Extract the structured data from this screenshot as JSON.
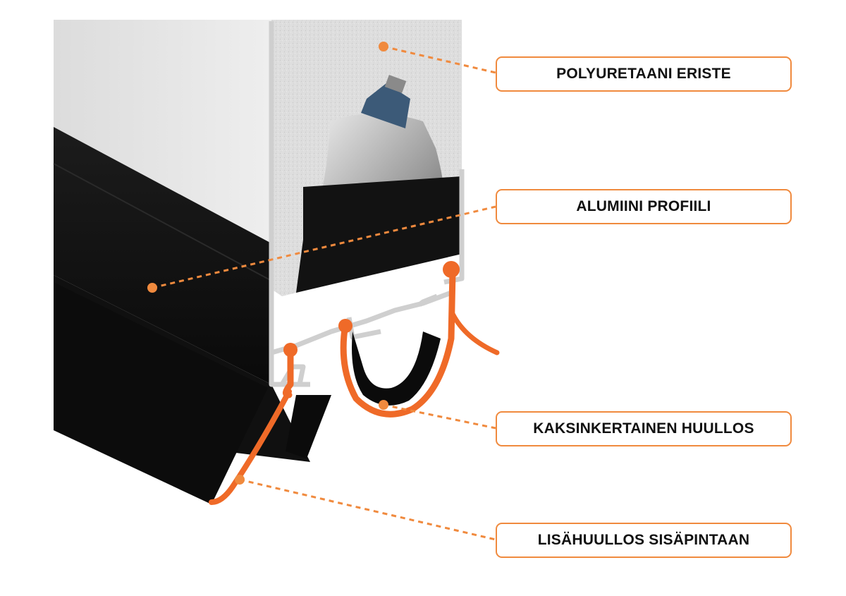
{
  "callouts": [
    {
      "id": "polyurethane",
      "label": "POLYURETAANI ERISTE"
    },
    {
      "id": "aluminium",
      "label": "ALUMIINI PROFIILI"
    },
    {
      "id": "double-seal",
      "label": "KAKSINKERTAINEN HUULLOS"
    },
    {
      "id": "inner-seal",
      "label": "LISÄHUULLOS SISÄPINTAAN"
    }
  ],
  "colors": {
    "accent": "#f08a3e",
    "seal": "#ef6a28",
    "profile_black": "#141414",
    "panel_grey": "#e4e4e4",
    "aluminium": "#c9c9c9"
  }
}
